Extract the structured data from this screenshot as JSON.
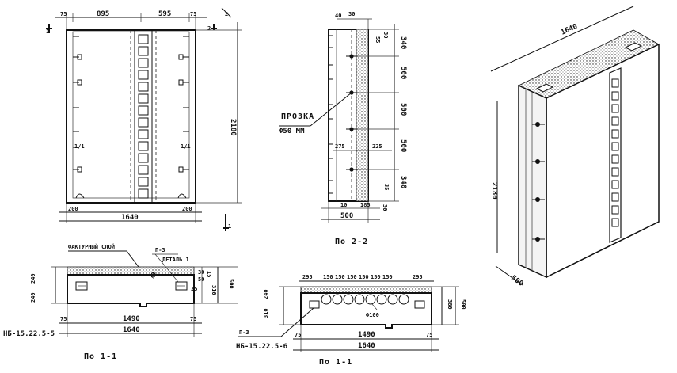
{
  "front_view": {
    "dims_top": [
      "75",
      "895",
      "595",
      "75"
    ],
    "dim_height": "2180",
    "dims_bottom_small": [
      "200",
      "200"
    ],
    "dim_bottom_total": "1640",
    "anchor_labels": [
      "1/1",
      "1/1"
    ],
    "section_marks": [
      "1",
      "2",
      "2",
      "1"
    ]
  },
  "side_view": {
    "dims_top": [
      "40",
      "30",
      "55",
      "30"
    ],
    "dims_right": [
      "340",
      "500",
      "500",
      "500",
      "340"
    ],
    "groove_label": "ПРОЗКА",
    "groove_size": "Ф50 ММ",
    "inner_dims": [
      "275",
      "225"
    ],
    "dims_bottom": [
      "10",
      "185",
      "500"
    ],
    "dims_bottom_right": [
      "30",
      "35"
    ],
    "caption": "По 2-2"
  },
  "section_1_left": {
    "layer_label": "ФАКТУРНЫЙ СЛОЙ",
    "detail_label": "П-3",
    "detail_label2": "ДЕТАЛЬ 1",
    "dims_right": [
      "30",
      "50",
      "15",
      "310",
      "500",
      "35"
    ],
    "dims_left": [
      "240",
      "240"
    ],
    "dims_bottom": [
      "75",
      "1490",
      "75"
    ],
    "dim_total": "1640",
    "mark": "НБ-15.22.5-5",
    "caption": "По 1-1",
    "small_dim": "40"
  },
  "section_1_right": {
    "dims_top": [
      "295",
      "150",
      "150",
      "150",
      "150",
      "150",
      "150",
      "295"
    ],
    "hole_label": "Ф100",
    "dims_left": [
      "240",
      "310"
    ],
    "dims_right": [
      "380",
      "500"
    ],
    "detail_label": "П-3",
    "mark": "НБ-15.22.5-6",
    "dims_bottom": [
      "75",
      "1490",
      "75"
    ],
    "dim_total": "1640",
    "caption": "По 1-1"
  },
  "iso_view": {
    "dim_length": "1640",
    "dim_height": "2180",
    "dim_depth": "500"
  }
}
